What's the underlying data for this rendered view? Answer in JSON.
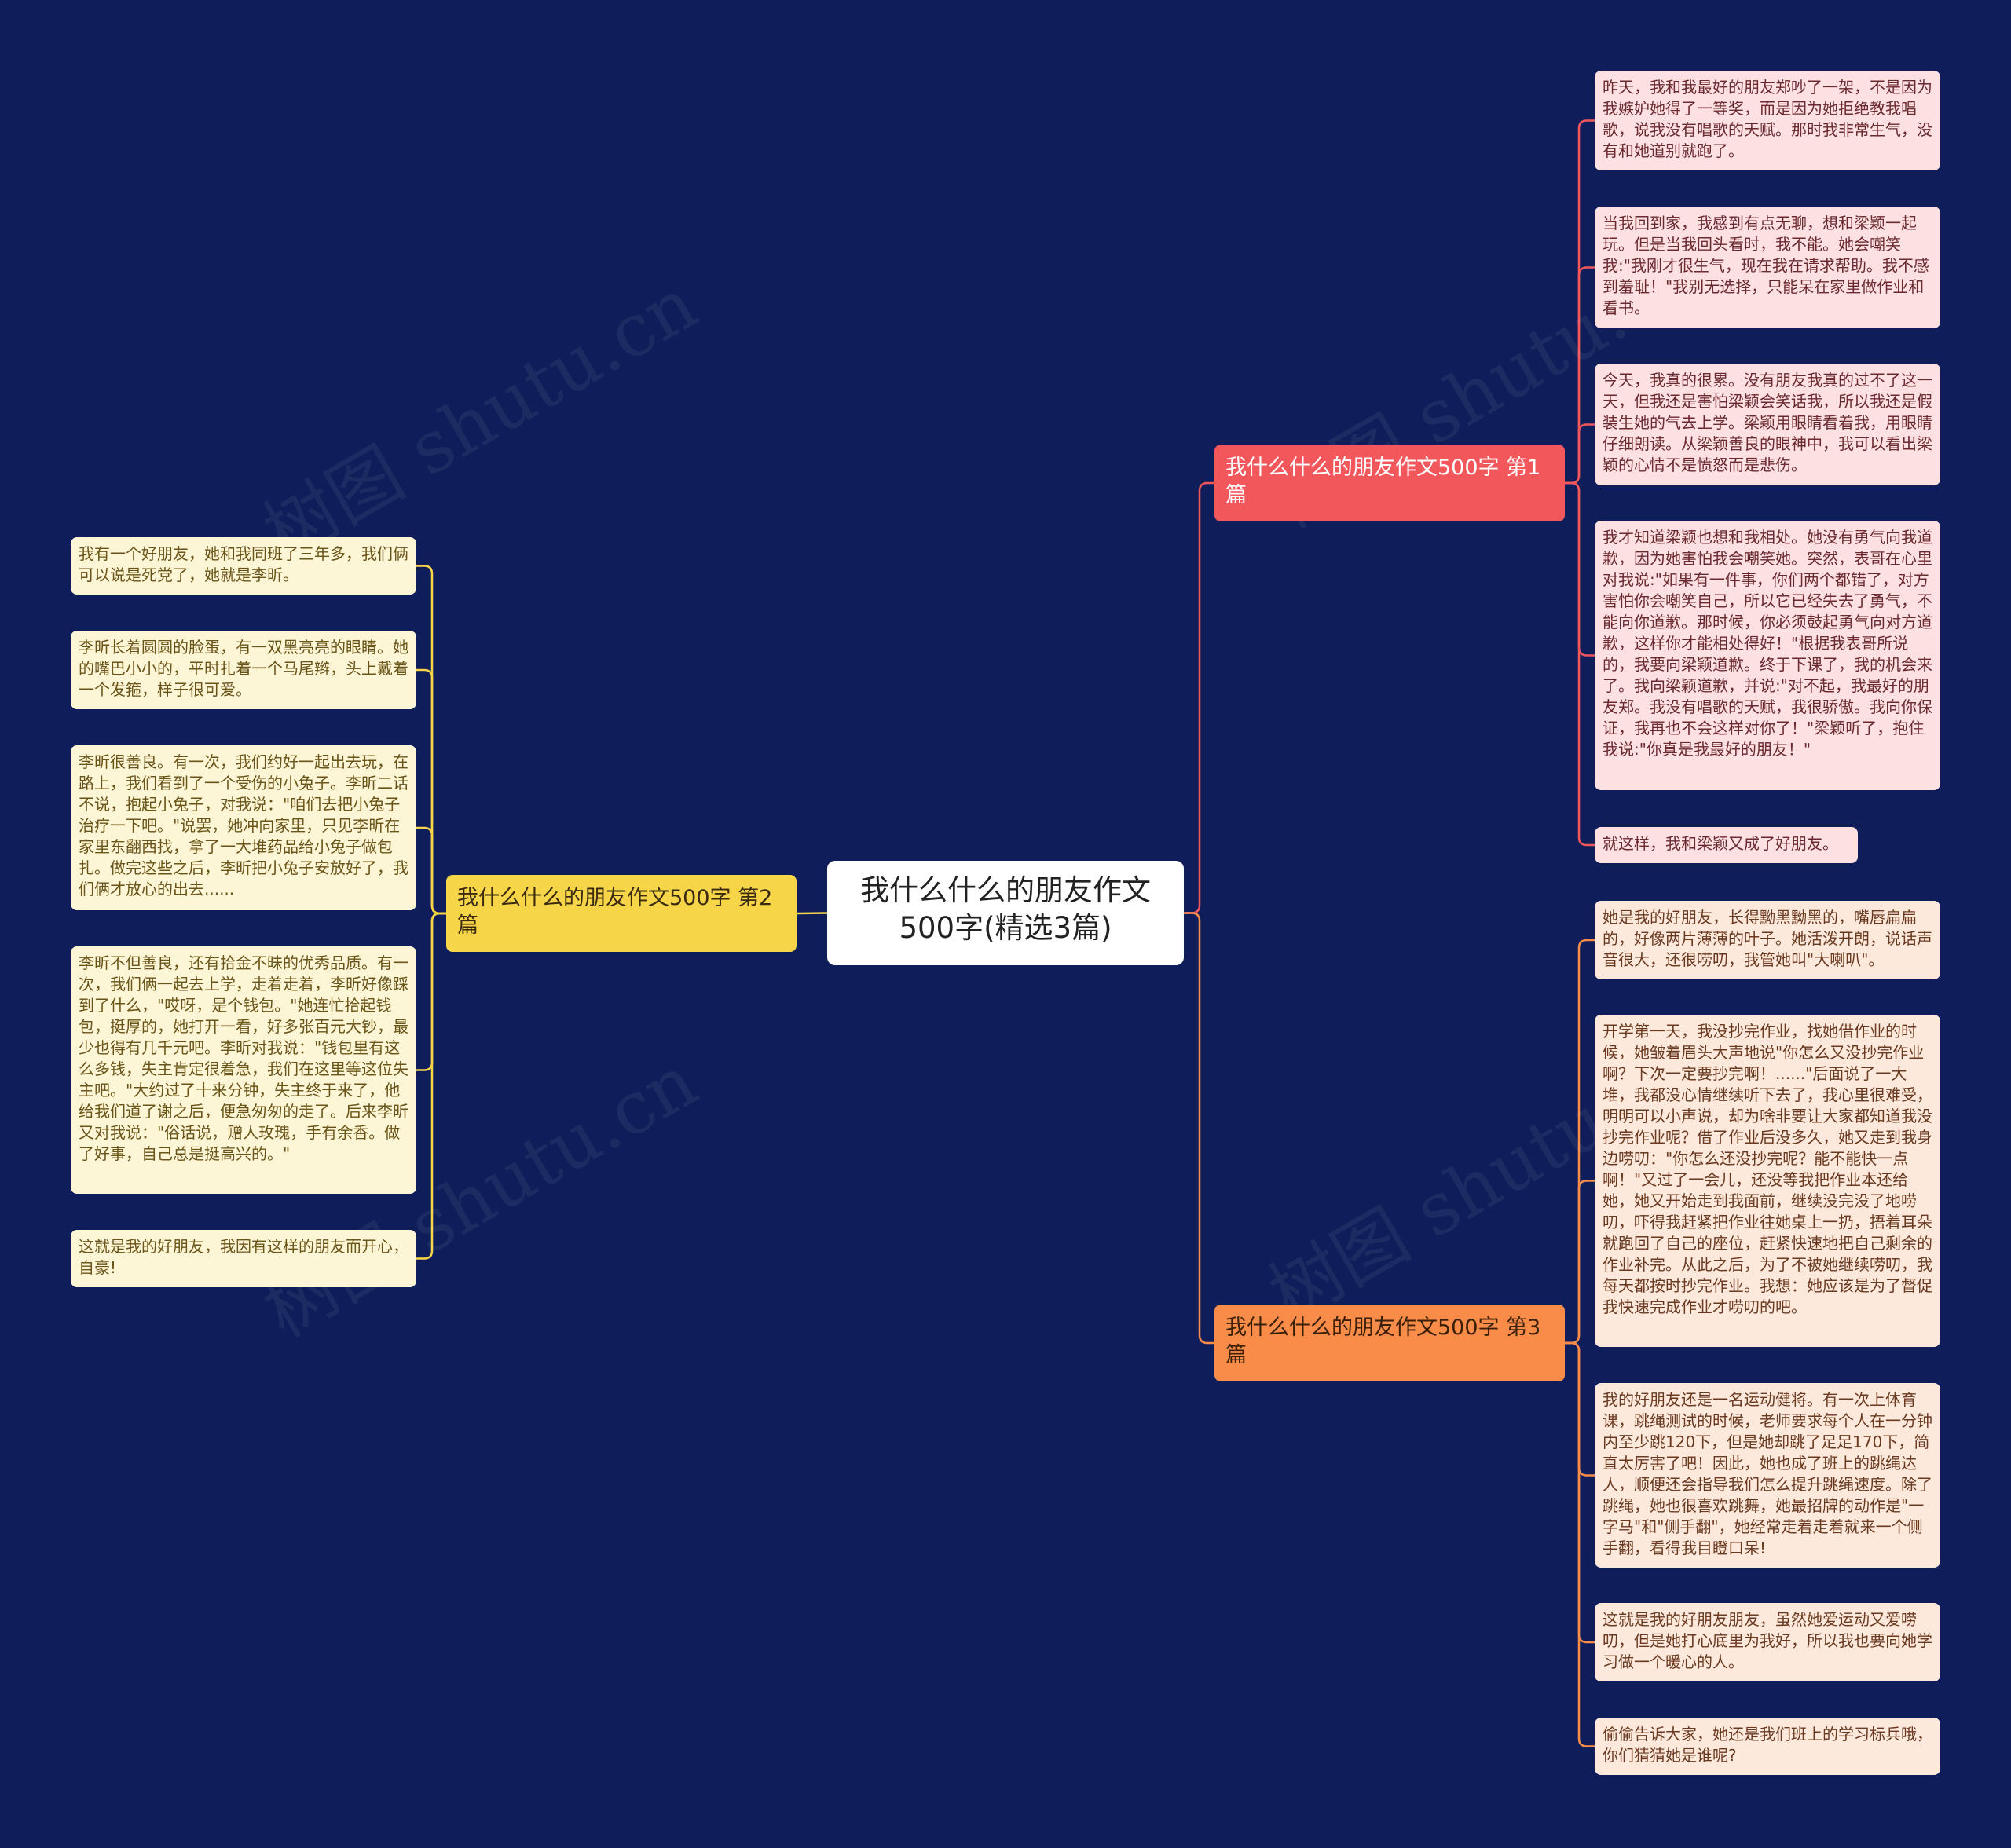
{
  "root": {
    "title": "我什么什么的朋友作文500字(精选3篇)"
  },
  "watermark": "树图 shutu.cn",
  "colors": {
    "background": "#0f1e5a",
    "branch1": "#f2575c",
    "branch2": "#f7d548",
    "branch3": "#fa8c4a",
    "wire1": "#f2575c",
    "wire2": "#f7d548",
    "wire3": "#fa8c4a"
  },
  "branches": [
    {
      "label": "我什么什么的朋友作文500字 第1篇",
      "leaves": [
        "昨天，我和我最好的朋友郑吵了一架，不是因为我嫉妒她得了一等奖，而是因为她拒绝教我唱歌，说我没有唱歌的天赋。那时我非常生气，没有和她道别就跑了。",
        "当我回到家，我感到有点无聊，想和梁颖一起玩。但是当我回头看时，我不能。她会嘲笑我:\"我刚才很生气，现在我在请求帮助。我不感到羞耻！\"我别无选择，只能呆在家里做作业和看书。",
        "今天，我真的很累。没有朋友我真的过不了这一天，但我还是害怕梁颖会笑话我，所以我还是假装生她的气去上学。梁颖用眼睛看着我，用眼睛仔细朗读。从梁颖善良的眼神中，我可以看出梁颖的心情不是愤怒而是悲伤。",
        "我才知道梁颖也想和我相处。她没有勇气向我道歉，因为她害怕我会嘲笑她。突然，表哥在心里对我说:\"如果有一件事，你们两个都错了，对方害怕你会嘲笑自己，所以它已经失去了勇气，不能向你道歉。那时候，你必须鼓起勇气向对方道歉，这样你才能相处得好！\"根据我表哥所说的，我要向梁颖道歉。终于下课了，我的机会来了。我向梁颖道歉，并说:\"对不起，我最好的朋友郑。我没有唱歌的天赋，我很骄傲。我向你保证，我再也不会这样对你了！\"梁颖听了，抱住我说:\"你真是我最好的朋友！\"",
        "就这样，我和梁颖又成了好朋友。"
      ]
    },
    {
      "label": "我什么什么的朋友作文500字 第2篇",
      "leaves": [
        "我有一个好朋友，她和我同班了三年多，我们俩可以说是死党了，她就是李昕。",
        "李昕长着圆圆的脸蛋，有一双黑亮亮的眼睛。她的嘴巴小小的，平时扎着一个马尾辫，头上戴着一个发箍，样子很可爱。",
        "李昕很善良。有一次，我们约好一起出去玩，在路上，我们看到了一个受伤的小兔子。李昕二话不说，抱起小兔子，对我说：\"咱们去把小兔子治疗一下吧。\"说罢，她冲向家里，只见李昕在家里东翻西找，拿了一大堆药品给小兔子做包扎。做完这些之后，李昕把小兔子安放好了，我们俩才放心的出去......",
        "李昕不但善良，还有拾金不昧的优秀品质。有一次，我们俩一起去上学，走着走着，李昕好像踩到了什么，\"哎呀，是个钱包。\"她连忙拾起钱包，挺厚的，她打开一看，好多张百元大钞，最少也得有几千元吧。李昕对我说：\"钱包里有这么多钱，失主肯定很着急，我们在这里等这位失主吧。\"大约过了十来分钟，失主终于来了，他给我们道了谢之后，便急匆匆的走了。后来李昕又对我说：\"俗话说，赠人玫瑰，手有余香。做了好事，自己总是挺高兴的。\"",
        "这就是我的好朋友，我因有这样的朋友而开心，自豪!"
      ]
    },
    {
      "label": "我什么什么的朋友作文500字 第3篇",
      "leaves": [
        "她是我的好朋友，长得黝黑黝黑的，嘴唇扁扁的，好像两片薄薄的叶子。她活泼开朗，说话声音很大，还很唠叨，我管她叫\"大喇叭\"。",
        "开学第一天，我没抄完作业，找她借作业的时候，她皱着眉头大声地说\"你怎么又没抄完作业啊？下次一定要抄完啊！......\"后面说了一大堆，我都没心情继续听下去了，我心里很难受，明明可以小声说，却为啥非要让大家都知道我没抄完作业呢？借了作业后没多久，她又走到我身边唠叨：\"你怎么还没抄完呢？能不能快一点啊！\"又过了一会儿，还没等我把作业本还给她，她又开始走到我面前，继续没完没了地唠叨，吓得我赶紧把作业往她桌上一扔，捂着耳朵就跑回了自己的座位，赶紧快速地把自己剩余的作业补完。从此之后，为了不被她继续唠叨，我每天都按时抄完作业。我想：她应该是为了督促我快速完成作业才唠叨的吧。",
        "我的好朋友还是一名运动健将。有一次上体育课，跳绳测试的时候，老师要求每个人在一分钟内至少跳120下，但是她却跳了足足170下，简直太厉害了吧！因此，她也成了班上的跳绳达人，顺便还会指导我们怎么提升跳绳速度。除了跳绳，她也很喜欢跳舞，她最招牌的动作是\"一字马\"和\"侧手翻\"，她经常走着走着就来一个侧手翻，看得我目瞪口呆!",
        "这就是我的好朋友朋友，虽然她爱运动又爱唠叨，但是她打心底里为我好，所以我也要向她学习做一个暖心的人。",
        "偷偷告诉大家，她还是我们班上的学习标兵哦，你们猜猜她是谁呢?"
      ]
    }
  ]
}
